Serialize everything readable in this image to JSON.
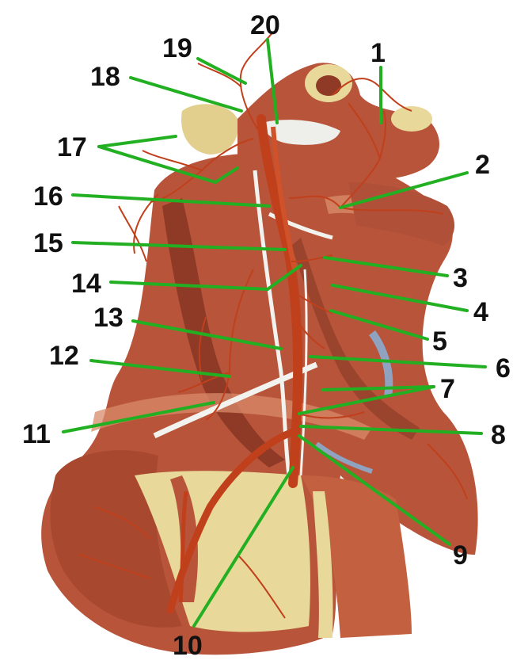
{
  "colors": {
    "leader": "#22b022",
    "muscle": "#b8543a",
    "muscle_dark": "#8e3a26",
    "muscle_light": "#d88a6a",
    "artery": "#c1401c",
    "bone": "#e8d89a",
    "nerve": "#f2f2ee",
    "background": "#ffffff"
  },
  "illustration": {
    "icon": "neck-arteries-anatomy-illustration"
  },
  "callouts": [
    {
      "label": "1"
    },
    {
      "label": "2"
    },
    {
      "label": "3"
    },
    {
      "label": "4"
    },
    {
      "label": "5"
    },
    {
      "label": "6"
    },
    {
      "label": "7"
    },
    {
      "label": "8"
    },
    {
      "label": "9"
    },
    {
      "label": "10"
    },
    {
      "label": "11"
    },
    {
      "label": "12"
    },
    {
      "label": "13"
    },
    {
      "label": "14"
    },
    {
      "label": "15"
    },
    {
      "label": "16"
    },
    {
      "label": "17"
    },
    {
      "label": "18"
    },
    {
      "label": "19"
    },
    {
      "label": "20"
    }
  ]
}
